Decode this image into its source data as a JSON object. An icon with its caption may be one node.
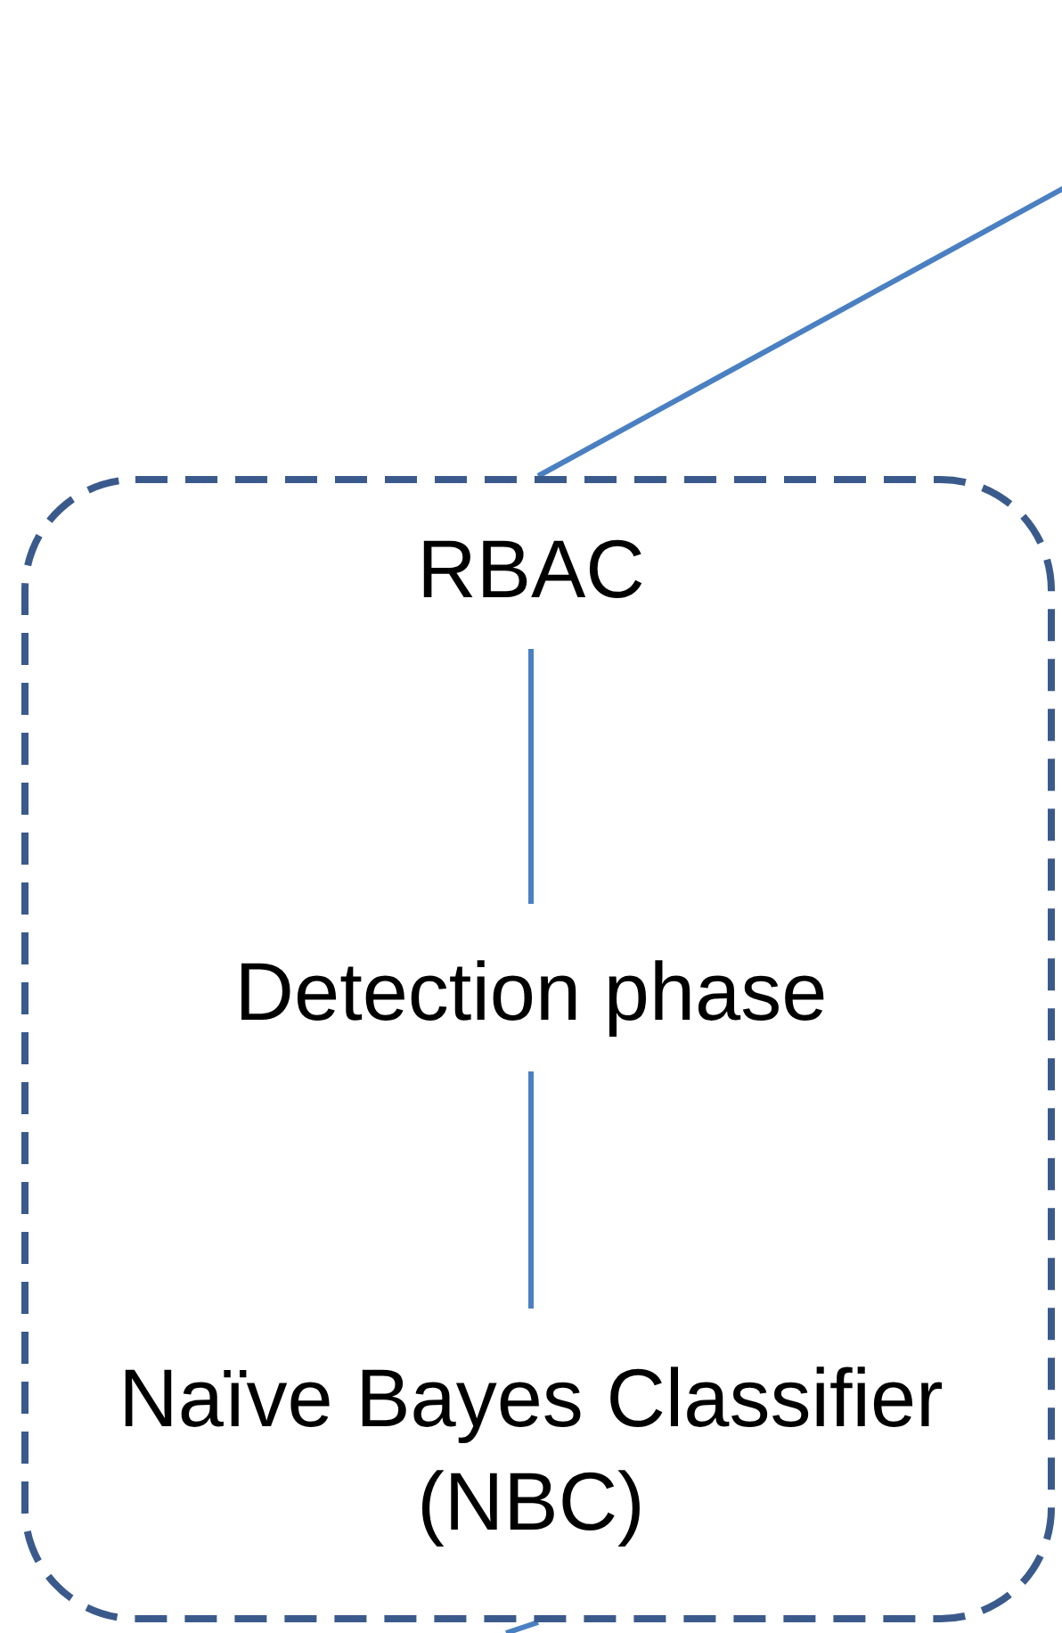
{
  "diagram": {
    "nodes": [
      {
        "text": [],
        "shape": "box"
      },
      {
        "text": [
          "RBAC"
        ],
        "in": 0
      },
      {
        "text": [
          "Detection phase"
        ],
        "in": 0
      },
      {
        "text": [
          "Naïve Bayes Classifier (NBC)"
        ],
        "in": 0
      }
    ],
    "edges": [
      {
        "from": null,
        "to": 0,
        "arrow": "none"
      },
      {
        "from": 1,
        "to": 2,
        "arrow": "none"
      },
      {
        "from": 2,
        "to": 3,
        "arrow": "none"
      },
      {
        "from": 0,
        "to": null,
        "arrow": "none"
      }
    ]
  }
}
